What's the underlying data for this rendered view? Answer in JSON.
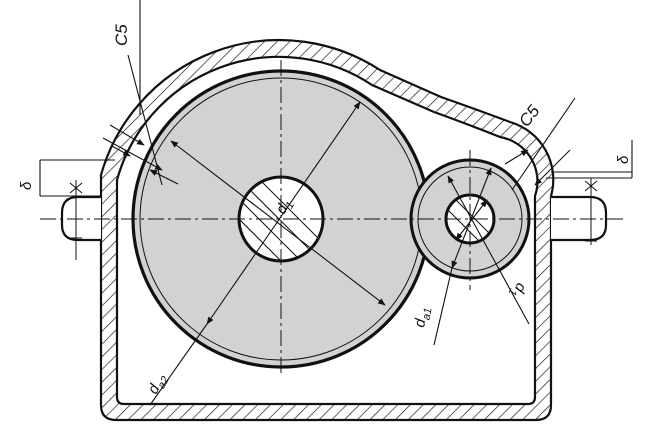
{
  "labels": {
    "c5_left": "C5",
    "c5_right": "C5",
    "delta_left": "δ",
    "delta_right": "δ",
    "d1_big": "d",
    "d1_big_sub": "1",
    "da2": "d",
    "da2_sub": "a2",
    "da1": "d",
    "da1_sub": "a1",
    "d1_small": "d",
    "d1_small_sub": "1"
  },
  "colors": {
    "gear_fill": "#d2d2d2",
    "line": "#111111",
    "background": "#ffffff"
  }
}
